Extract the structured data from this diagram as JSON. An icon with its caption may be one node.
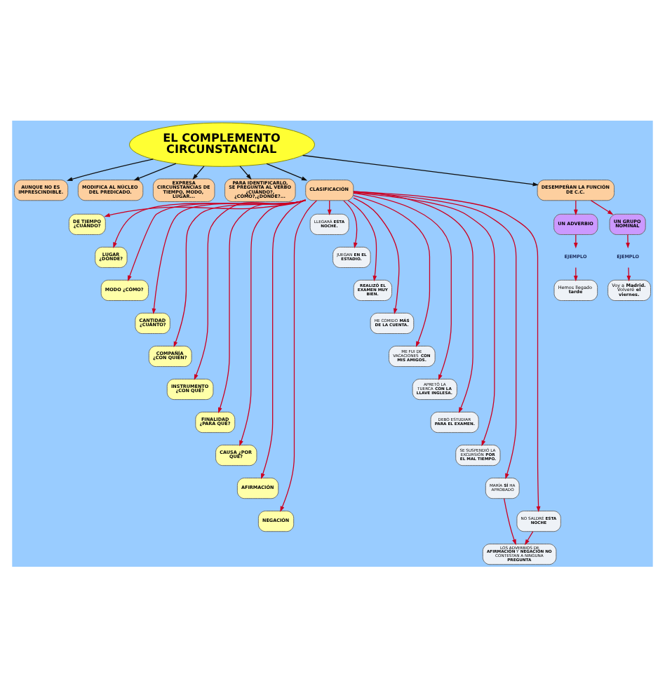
{
  "diagram": {
    "nodes": [
      {
        "text": [
          "EL COMPLEMENTO CIRCUNSTANCIAL"
        ]
      },
      {
        "text": [
          "AUNQUE NO ES IMPRESCINDIBLE."
        ]
      },
      {
        "text": [
          "MODIFICA AL NÚCLEO DEL PREDICADO."
        ]
      },
      {
        "text": [
          "EXPRESA CIRCUNSTANCIAS DE TIEMPO, MODO, LUGAR..."
        ]
      },
      {
        "text": [
          "PARA IDENTIFICARLO, SE PREGUNTA AL VERBO ¿CUÁNDO?, ¿CÓMO?,¿DÓNDE?..."
        ]
      },
      {
        "text": [
          "CLASIFICACIÓN"
        ]
      },
      {
        "text": [
          "DESEMPEÑAN LA FUNCIÓN DE C.C."
        ]
      },
      {
        "text": [
          "DE TIEMPO ¿CUÁNDO?"
        ]
      },
      {
        "text": [
          "LUGAR ¿DÓNDE?"
        ]
      },
      {
        "text": [
          "MODO ¿CÓMO?"
        ]
      },
      {
        "text": [
          "CANTIDAD ¿CUÁNTO?"
        ]
      },
      {
        "text": [
          "COMPAÑÍA ¿CON QUIÉN?"
        ]
      },
      {
        "text": [
          "INSTRUMENTO ¿CON QUÉ?"
        ]
      },
      {
        "text": [
          "FINALIDAD ¿PARA QUÉ?"
        ]
      },
      {
        "text": [
          "CAUSA ¿POR QUÉ?"
        ]
      },
      {
        "text": [
          "AFIRMACIÓN"
        ]
      },
      {
        "text": [
          "NEGACIÓN"
        ]
      },
      {
        "text": [
          "LLEGARÁ **ESTA NOCHE.**"
        ]
      },
      {
        "text": [
          "JUEGAN **EN EL ESTADIO.**"
        ]
      },
      {
        "text": [
          "**REALIZÓ EL EXAMEN MUY BIEN.**"
        ]
      },
      {
        "text": [
          "HE COMIDO **MÁS DE LA CUENTA.**"
        ]
      },
      {
        "text": [
          "ME FUI DE VACACIONES **CON MIS AMIGOS.**"
        ]
      },
      {
        "text": [
          "APRETÓ LA TUERCA **CON LA LLAVE INGLESA.**"
        ]
      },
      {
        "text": [
          "DEBO ESTUDIAR **PARA EL EXAMEN.**"
        ]
      },
      {
        "text": [
          "SE SUSPENDIÓ LA EXCURSIÓN **POR EL MAL TIEMPO.**"
        ]
      },
      {
        "text": [
          "MARÍA **SÍ** HA APROBADO"
        ]
      },
      {
        "text": [
          "NO SALDRÉ **ESTA NOCHE**"
        ]
      },
      {
        "text": [
          "LOS ADVERBIOS DE **AFIRMACIÓN** Y **NEGACIÓN** **NO** CONTESTAN A NINGUNA **PREGUNTA**"
        ]
      },
      {
        "text": [
          "UN ADVERBIO"
        ]
      },
      {
        "text": [
          "UN GRUPO NOMINAL"
        ]
      },
      {
        "text": [
          "EJEMPLO"
        ]
      },
      {
        "text": [
          "EJEMPLO"
        ]
      },
      {
        "text": [
          "Hemos llegado **tarde**"
        ]
      },
      {
        "text": [
          "Voy a **Madrid.** Volveré **el viernes.**"
        ]
      }
    ],
    "edges": [
      {
        "from": 0,
        "to": 1,
        "arrow": "to",
        "color": "#111111"
      },
      {
        "from": 0,
        "to": 2,
        "arrow": "to",
        "color": "#111111"
      },
      {
        "from": 0,
        "to": 3,
        "arrow": "to",
        "color": "#111111"
      },
      {
        "from": 0,
        "to": 4,
        "arrow": "to",
        "color": "#111111"
      },
      {
        "from": 0,
        "to": 5,
        "arrow": "to",
        "color": "#111111"
      },
      {
        "from": 0,
        "to": 6,
        "arrow": "to",
        "color": "#111111"
      },
      {
        "from": 5,
        "to": 7,
        "arrow": "to"
      },
      {
        "from": 5,
        "to": 8,
        "arrow": "to"
      },
      {
        "from": 5,
        "to": 9,
        "arrow": "to"
      },
      {
        "from": 5,
        "to": 10,
        "arrow": "to"
      },
      {
        "from": 5,
        "to": 11,
        "arrow": "to"
      },
      {
        "from": 5,
        "to": 12,
        "arrow": "to"
      },
      {
        "from": 5,
        "to": 13,
        "arrow": "to"
      },
      {
        "from": 5,
        "to": 14,
        "arrow": "to"
      },
      {
        "from": 5,
        "to": 15,
        "arrow": "to"
      },
      {
        "from": 5,
        "to": 16,
        "arrow": "to"
      },
      {
        "from": 5,
        "to": 17,
        "arrow": "to"
      },
      {
        "from": 5,
        "to": 18,
        "arrow": "to"
      },
      {
        "from": 5,
        "to": 19,
        "arrow": "to"
      },
      {
        "from": 5,
        "to": 20,
        "arrow": "to"
      },
      {
        "from": 5,
        "to": 21,
        "arrow": "to"
      },
      {
        "from": 5,
        "to": 22,
        "arrow": "to"
      },
      {
        "from": 5,
        "to": 23,
        "arrow": "to"
      },
      {
        "from": 5,
        "to": 24,
        "arrow": "to"
      },
      {
        "from": 5,
        "to": 25,
        "arrow": "to"
      },
      {
        "from": 5,
        "to": 26,
        "arrow": "to"
      },
      {
        "from": 25,
        "to": 27,
        "arrow": "to"
      },
      {
        "from": 26,
        "to": 27,
        "arrow": "to"
      },
      {
        "from": 6,
        "to": 28,
        "arrow": "to"
      },
      {
        "from": 6,
        "to": 29,
        "arrow": "to"
      },
      {
        "from": 28,
        "to": 30,
        "arrow": "to"
      },
      {
        "from": 30,
        "to": 32,
        "arrow": "to"
      },
      {
        "from": 29,
        "to": 31,
        "arrow": "to"
      },
      {
        "from": 31,
        "to": 33,
        "arrow": "to"
      }
    ]
  }
}
